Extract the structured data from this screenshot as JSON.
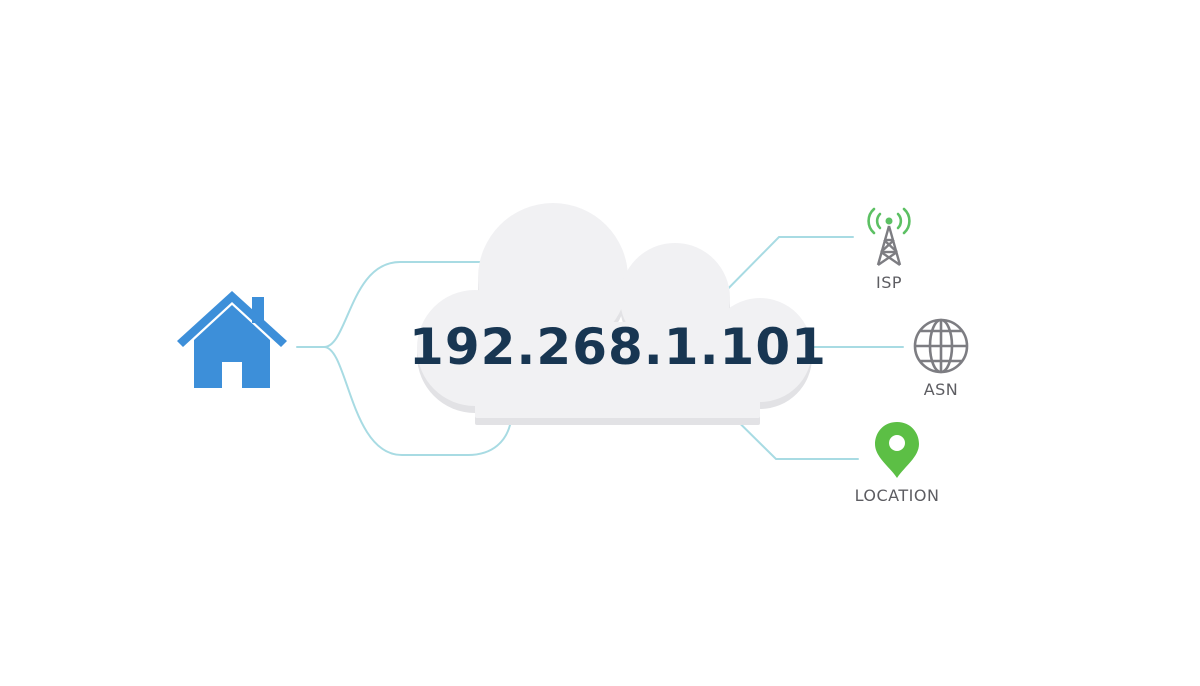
{
  "ip_address": "192.268.1.101",
  "nodes": {
    "isp": {
      "label": "ISP",
      "icon": "radio-tower-icon"
    },
    "asn": {
      "label": "ASN",
      "icon": "globe-icon"
    },
    "location": {
      "label": "LOCATION",
      "icon": "location-pin-icon"
    }
  },
  "source": {
    "icon": "home-icon"
  },
  "colors": {
    "house": "#3d8fd9",
    "connector": "#a8dbe3",
    "ip_text": "#183652",
    "cloud": "#f1f1f3",
    "cloud_shadow": "#e2e2e5",
    "icon_gray": "#7d7d82",
    "signal_green": "#5cc063",
    "pin_green": "#5cbf45",
    "label_gray": "#5d5d62"
  }
}
